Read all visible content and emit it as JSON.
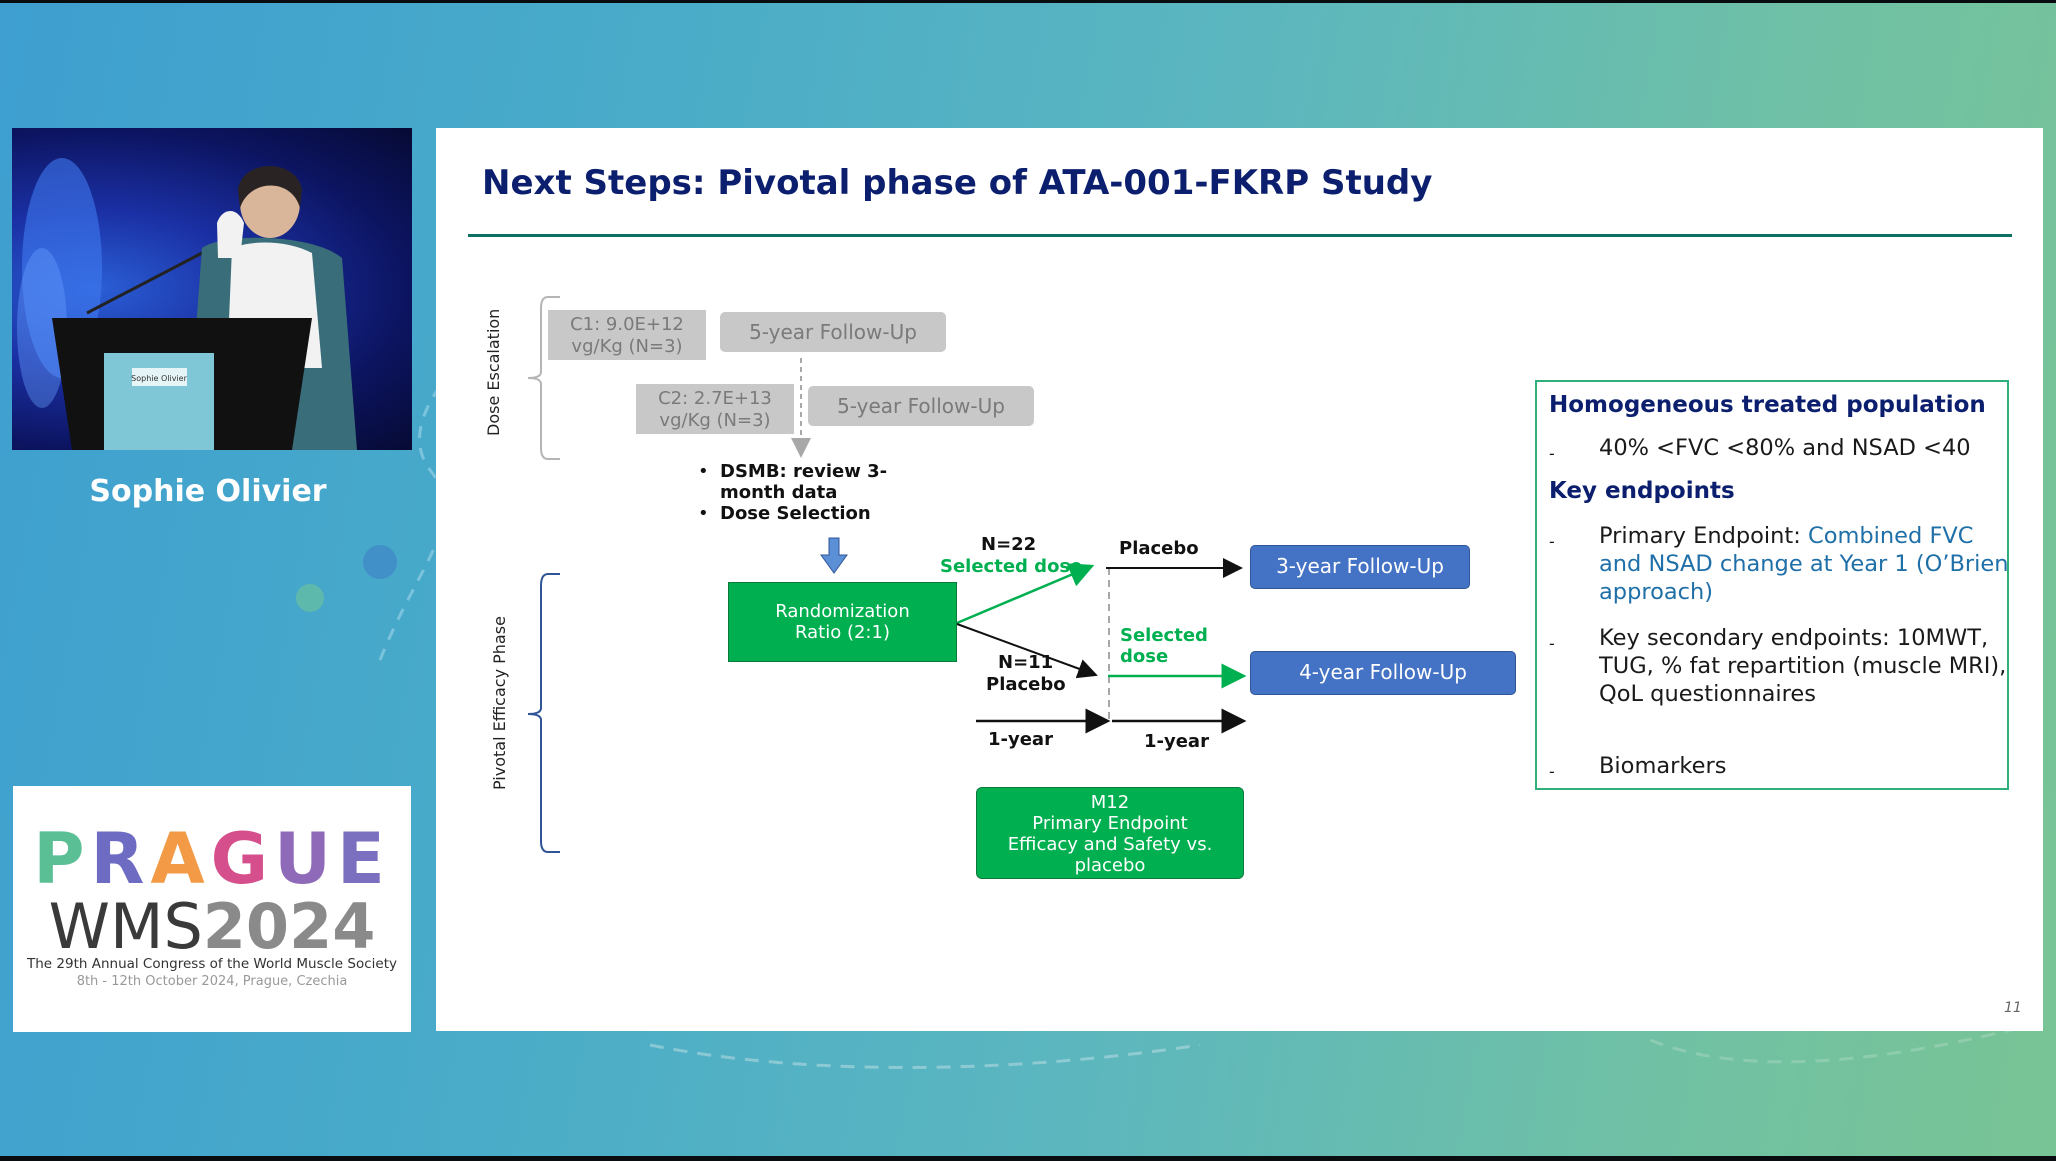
{
  "speaker": {
    "name": "Sophie Olivier",
    "podium_sign": "Sophie Olivier"
  },
  "congress": {
    "logo_city": "PRAGUE",
    "logo_city_colors": [
      "#5bbf96",
      "#6d6bc2",
      "#f29a45",
      "#d44f8c",
      "#8e6ab8",
      "#7b6fbf"
    ],
    "logo_name": "WMS",
    "logo_year": "2024",
    "line1": "The 29th Annual Congress of the World Muscle Society",
    "line2": "8th - 12th October 2024, Prague, Czechia"
  },
  "slide": {
    "title": "Next Steps: Pivotal phase of ATA-001-FKRP Study",
    "page_number": "11",
    "dose_escalation_label": "Dose Escalation",
    "pivotal_label": "Pivotal Efficacy Phase",
    "c1": {
      "line1": "C1: 9.0E+12",
      "line2": "vg/Kg (N=3)"
    },
    "c1_followup": "5-year Follow-Up",
    "c2": {
      "line1": "C2: 2.7E+13",
      "line2": "vg/Kg (N=3)"
    },
    "c2_followup": "5-year Follow-Up",
    "dsmb_items": [
      "DSMB: review 3-",
      "month data",
      "Dose Selection"
    ],
    "randomization": {
      "line1": "Randomization",
      "line2": "Ratio (2:1)"
    },
    "arm_upper": {
      "n": "N=22",
      "label": "Selected dose"
    },
    "arm_lower": {
      "n": "N=11",
      "label": "Placebo"
    },
    "after_upper": "Placebo",
    "after_lower": {
      "line1": "Selected",
      "line2": "dose"
    },
    "followup_3": "3-year Follow-Up",
    "followup_4": "4-year Follow-Up",
    "period_1": "1-year",
    "period_2": "1-year",
    "m12": {
      "line1": "M12",
      "line2": "Primary Endpoint",
      "line3": "Efficacy and Safety vs.",
      "line4": "placebo"
    },
    "colors": {
      "green": "#00b050",
      "blue": "#4472c4",
      "grey": "#c8c8c8",
      "navy": "#0b1f6e"
    }
  },
  "panel": {
    "head1": "Homogeneous treated population",
    "item1": "40% <FVC <80% and NSAD <40",
    "head2": "Key endpoints",
    "primary_prefix": "Primary Endpoint: ",
    "primary_accent": "Combined FVC and NSAD change at Year 1 (O’Brien approach)",
    "secondary": "Key secondary endpoints: 10MWT, TUG, % fat repartition (muscle MRI), QoL questionnaires",
    "biomarkers": "Biomarkers"
  }
}
